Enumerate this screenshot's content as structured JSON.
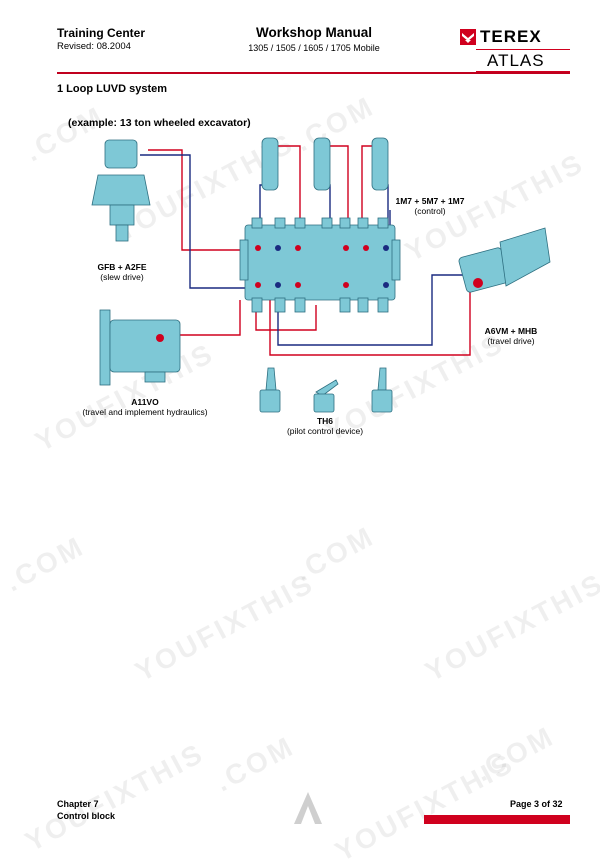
{
  "header": {
    "left_title": "Training Center",
    "left_sub": "Revised: 08.2004",
    "center_title": "Workshop Manual",
    "center_sub": "1305 / 1505 / 1605 / 1705 Mobile",
    "brand_top": "TEREX",
    "brand_bottom": "ATLAS"
  },
  "section_title": "1 Loop LUVD system",
  "example": "(example: 13 ton wheeled excavator)",
  "labels": {
    "gfb": {
      "title": "GFB + A2FE",
      "sub": "(slew drive)"
    },
    "control": {
      "title": "1M7 + 5M7 + 1M7",
      "sub": "(control)"
    },
    "a6vm": {
      "title": "A6VM + MHB",
      "sub": "(travel drive)"
    },
    "a11vo": {
      "title": "A11VO",
      "sub": "(travel and implement hydraulics)"
    },
    "th6": {
      "title": "TH6",
      "sub": "(pilot control device)"
    }
  },
  "watermark": [
    "YOUFIXTHIS",
    ".COM"
  ],
  "footer": {
    "chapter": "Chapter 7",
    "section": "Control block",
    "page": "Page 3 of 32"
  },
  "colors": {
    "accent": "#d0001e",
    "component": "#7ec8d6",
    "line_red": "#d0001e",
    "line_blue": "#1a2a80"
  }
}
